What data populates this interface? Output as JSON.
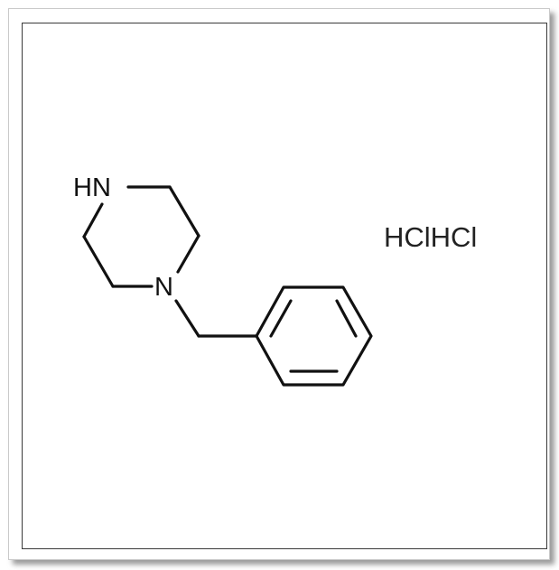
{
  "structure": {
    "atoms": {
      "nh": "HN",
      "n": "N"
    },
    "counterion": "HClHCl"
  }
}
